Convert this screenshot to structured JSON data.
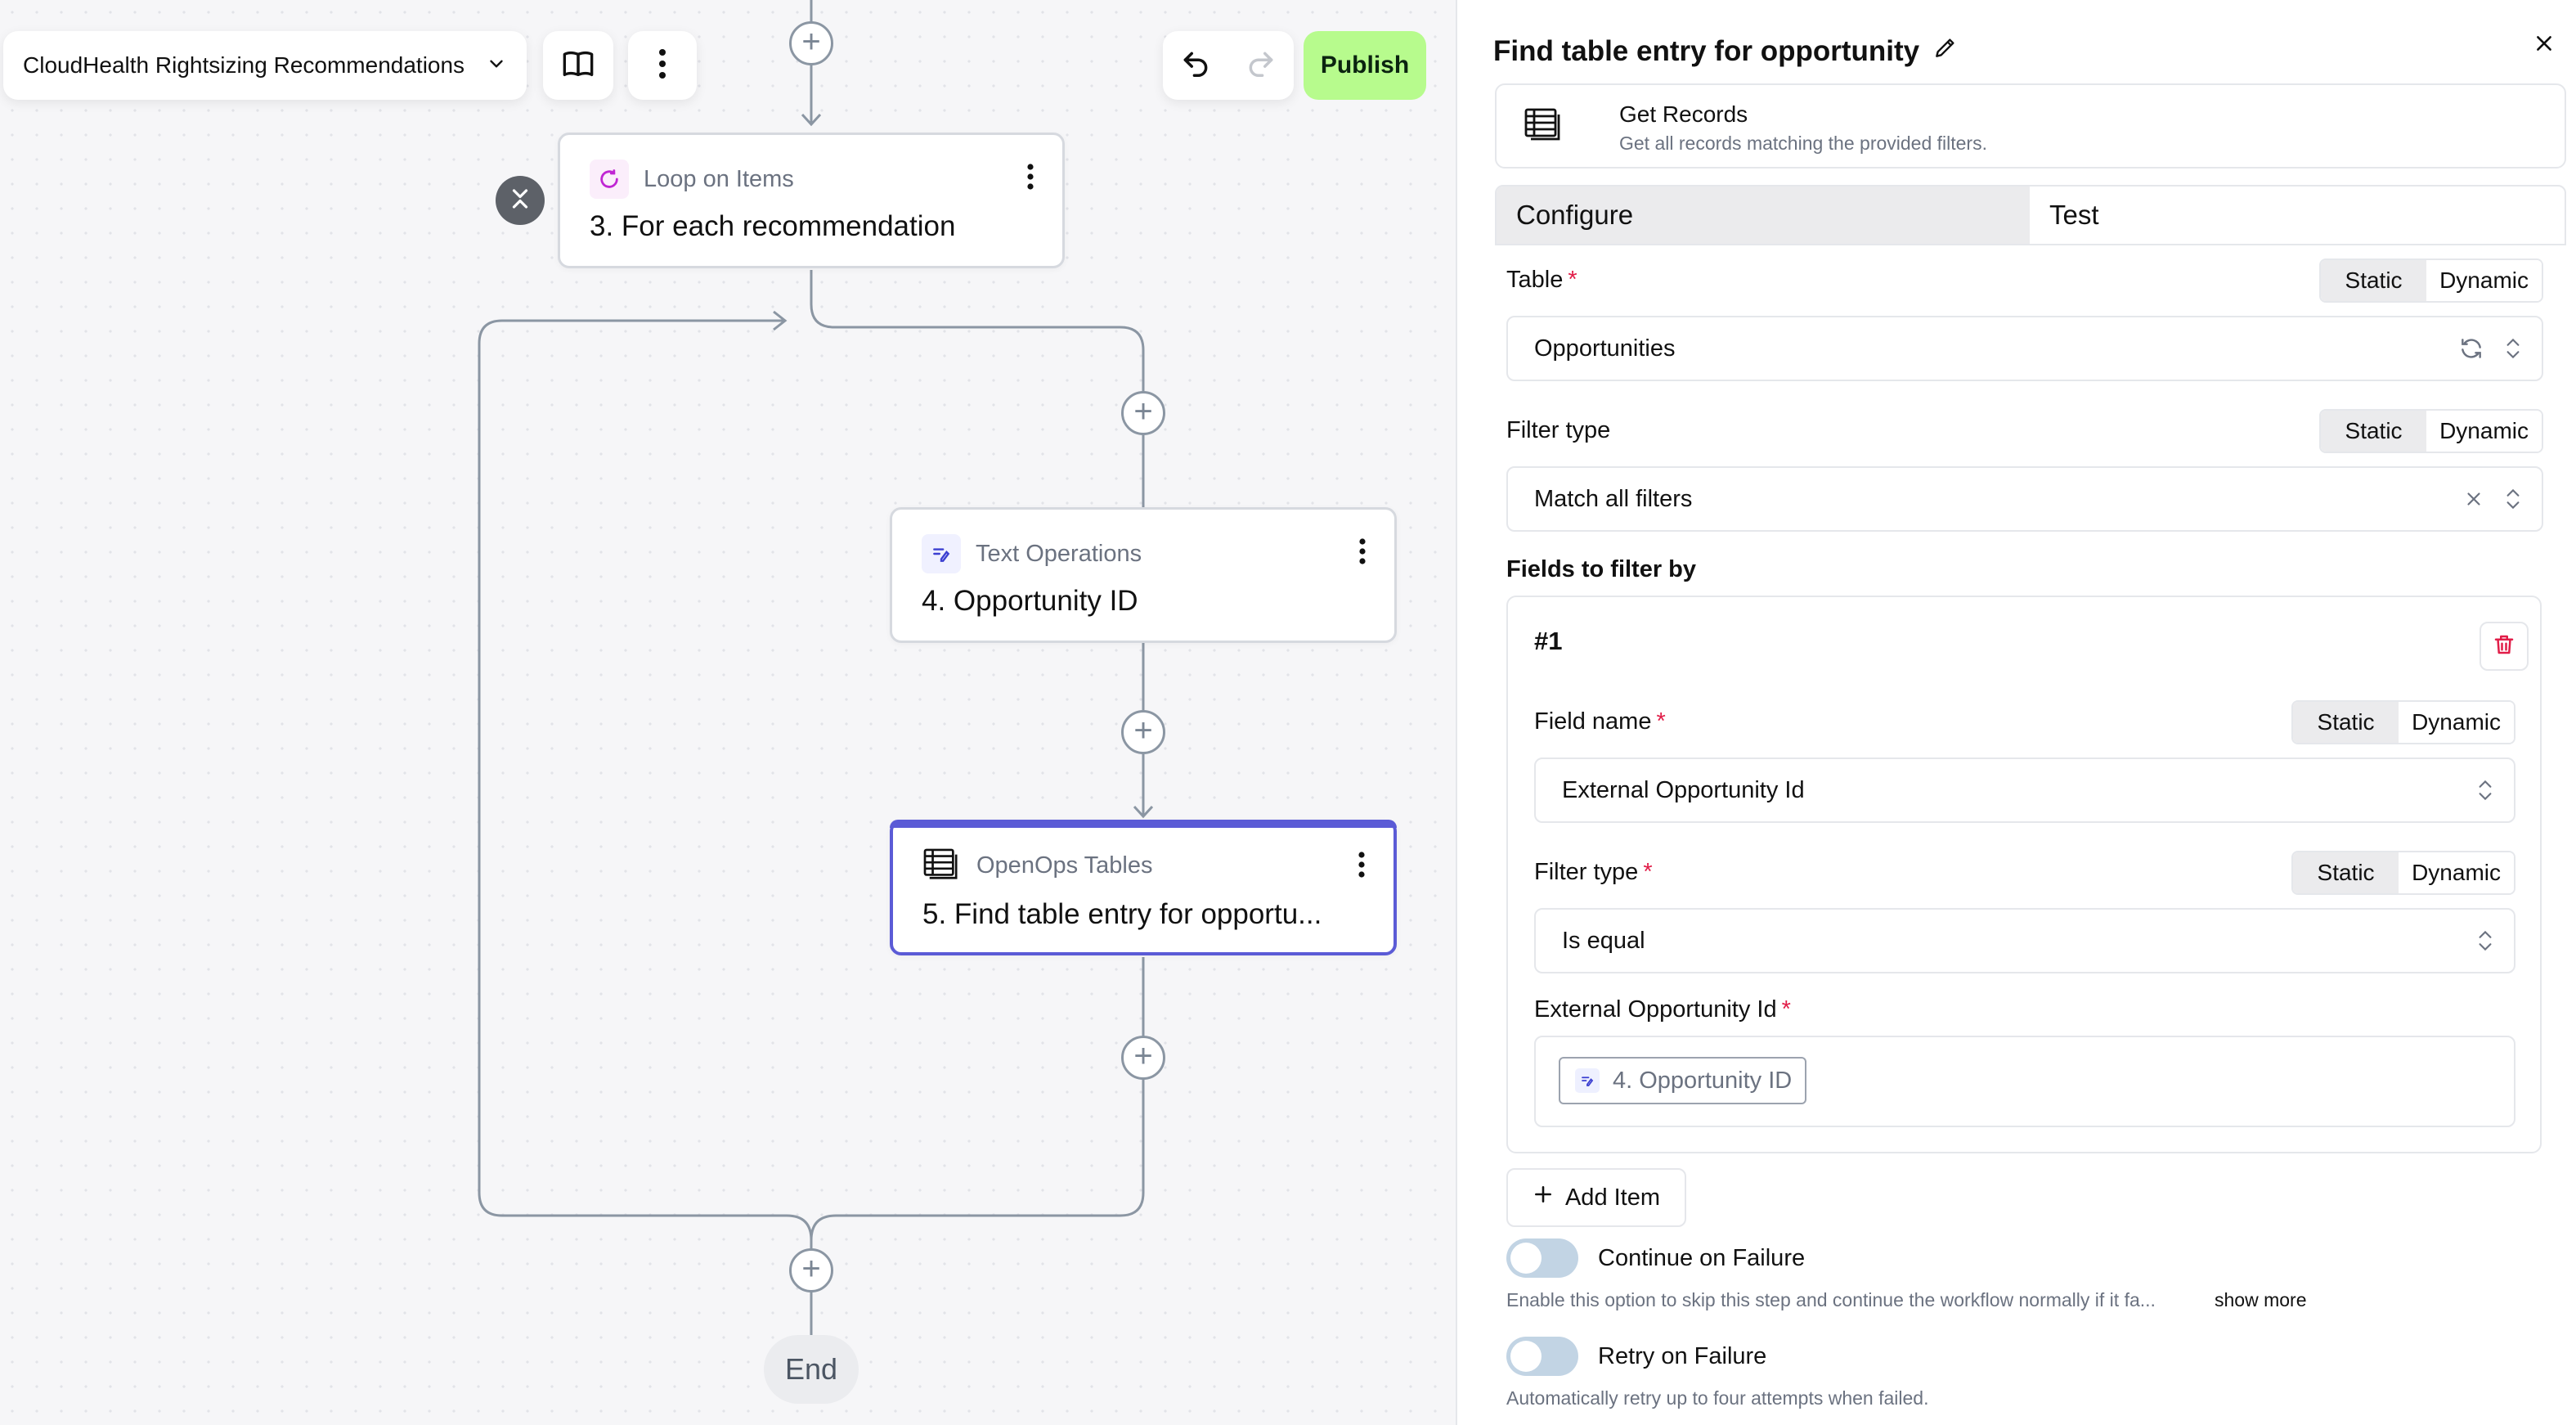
{
  "toolbar": {
    "workflow_name": "CloudHealth Rightsizing Recommendations",
    "publish_label": "Publish"
  },
  "nodes": [
    {
      "type": "Loop on Items",
      "title": "3. For each recommendation",
      "icon": "loop-icon"
    },
    {
      "type": "Text Operations",
      "title": "4. Opportunity ID",
      "icon": "text-operations-icon"
    },
    {
      "type": "OpenOps Tables",
      "title": "5. Find table entry for opportu...",
      "icon": "table-icon"
    }
  ],
  "end_label": "End",
  "panel": {
    "title": "Find table entry for opportunity",
    "action": {
      "name": "Get Records",
      "description": "Get all records matching the provided filters."
    },
    "tabs": [
      "Configure",
      "Test"
    ],
    "mode_static": "Static",
    "mode_dynamic": "Dynamic",
    "table": {
      "label": "Table",
      "required": "*",
      "value": "Opportunities"
    },
    "filter_type": {
      "label": "Filter type",
      "value": "Match all filters"
    },
    "fields_label": "Fields to filter by",
    "filter_item": {
      "index": "#1",
      "field_name": {
        "label": "Field name",
        "required": "*",
        "value": "External Opportunity Id"
      },
      "filter_type": {
        "label": "Filter type",
        "required": "*",
        "value": "Is equal"
      },
      "value_field": {
        "label": "External Opportunity Id",
        "required": "*",
        "chip": "4. Opportunity ID"
      }
    },
    "add_item_label": "Add Item",
    "continue_on_failure": {
      "label": "Continue on Failure",
      "description": "Enable this option to skip this step and continue the workflow normally if it fa...",
      "show_more": "show more",
      "enabled": false
    },
    "retry_on_failure": {
      "label": "Retry on Failure",
      "description": "Automatically retry up to four attempts when failed.",
      "enabled": false
    }
  },
  "colors": {
    "accent": "#5b5bd6",
    "publish": "#b7fb8d",
    "required": "#e11d48",
    "toggle_off": "#c2d4e4"
  }
}
